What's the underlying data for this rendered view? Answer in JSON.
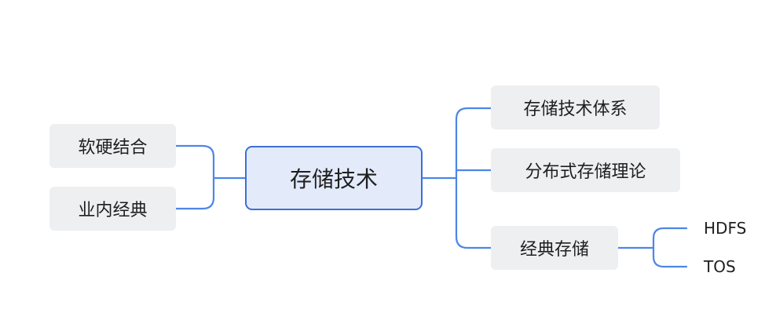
{
  "mindmap": {
    "root": {
      "label": "存储技术"
    },
    "left": [
      {
        "label": "软硬结合"
      },
      {
        "label": "业内经典"
      }
    ],
    "right": [
      {
        "label": "存储技术体系"
      },
      {
        "label": "分布式存储理论"
      },
      {
        "label": "经典存储",
        "children": [
          {
            "label": "HDFS"
          },
          {
            "label": "TOS"
          }
        ]
      }
    ]
  },
  "colors": {
    "connector": "#4d86e6",
    "root_border": "#3d6fd6",
    "root_fill": "#e3ebfb",
    "branch_fill": "#eeeff1",
    "text": "#1f1f1f"
  }
}
